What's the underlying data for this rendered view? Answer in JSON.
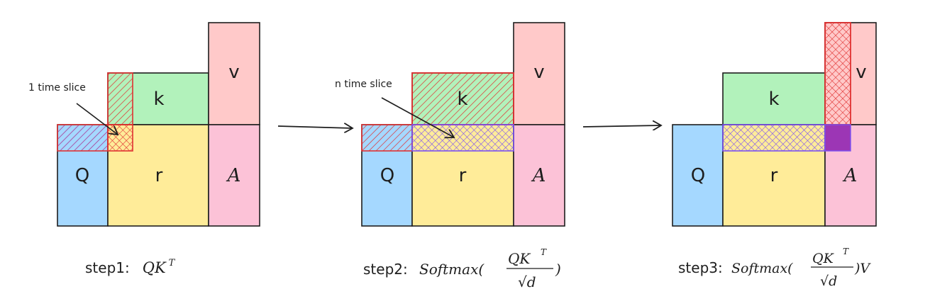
{
  "colors": {
    "q_fill": "#a5d8ff",
    "k_fill": "#b2f2bb",
    "r_fill": "#ffec99",
    "v_fill": "#ffc9c9",
    "a_fill": "#fcc2d7",
    "red_hatch": "#e03131",
    "purple_hatch": "#7950f2",
    "purple_solid": "#9c36b5",
    "stroke": "#1e1e1e"
  },
  "blocks": {
    "q": "Q",
    "k": "k",
    "r": "r",
    "v": "v",
    "a": "A"
  },
  "annotations": {
    "step1_note": "1 time slice",
    "step2_note": "n time slice"
  },
  "captions": {
    "step1_prefix": "step1:",
    "step2_prefix": "step2:",
    "step3_prefix": "step3:",
    "softmax": "Softmax(",
    "qk": "QK",
    "sup_t": "T",
    "sqrt_d": "√d",
    "close_paren": ")",
    "v_tail": ")V"
  }
}
